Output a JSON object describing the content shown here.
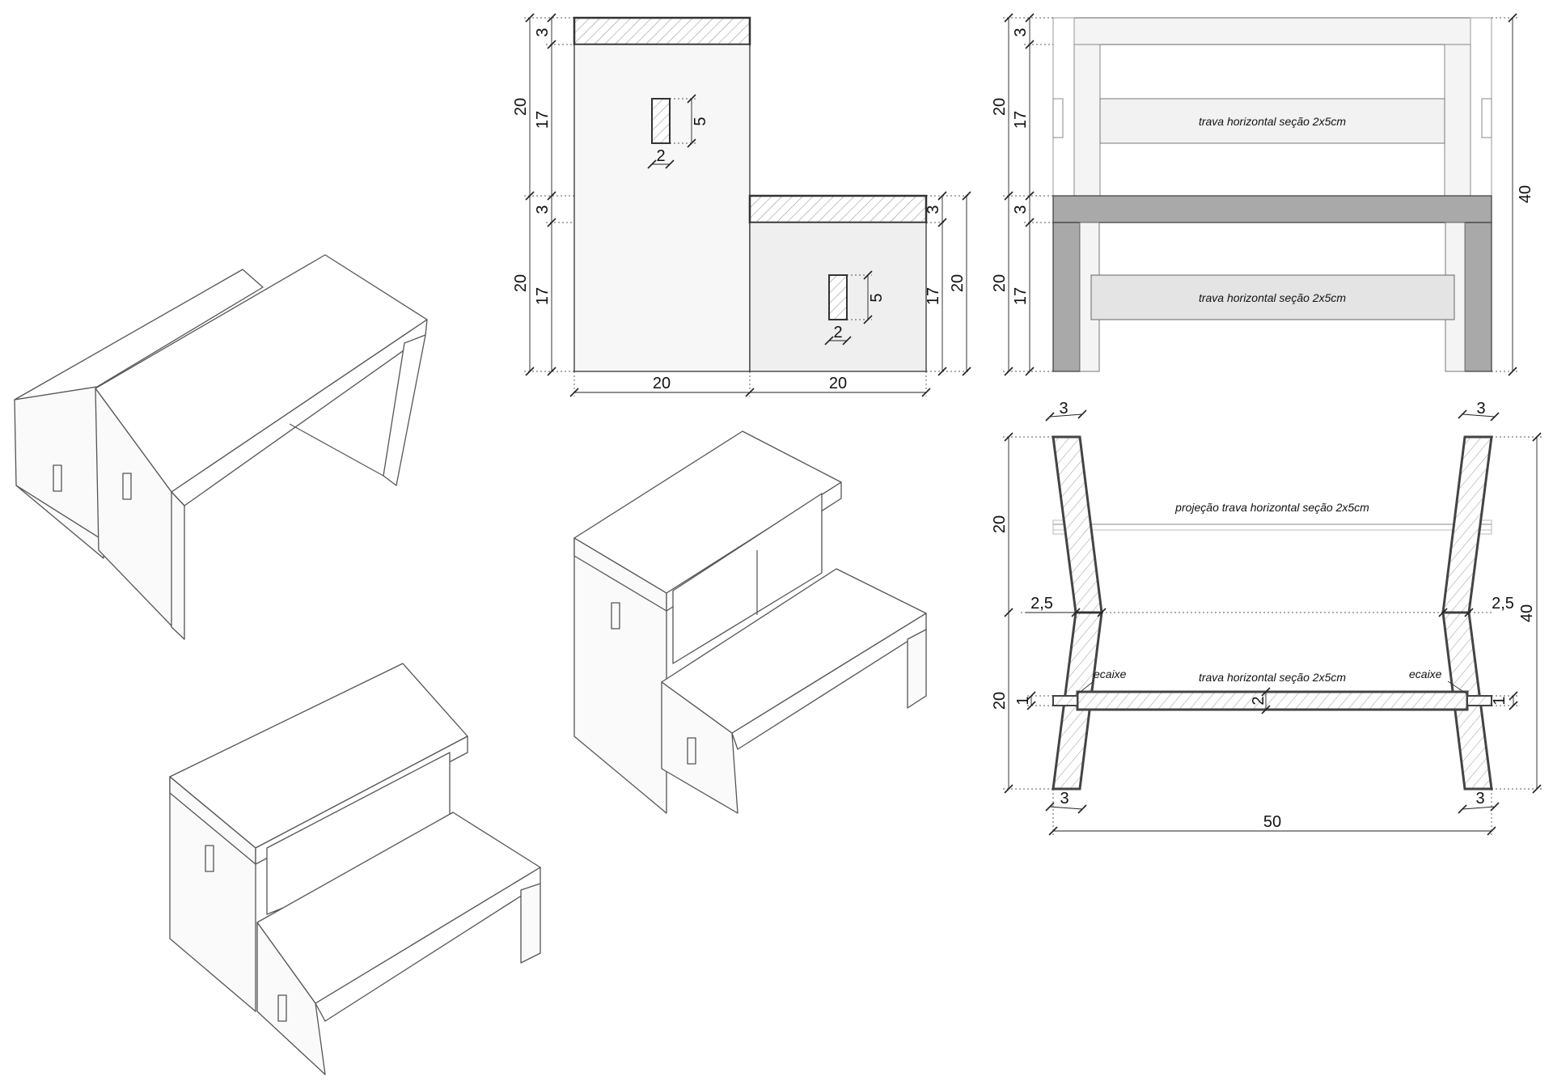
{
  "colors": {
    "line": "#333333",
    "panel_light": "#f7f7f7",
    "panel_gray": "#efefef",
    "leg_dark": "#a9a9a9",
    "rail_light": "#f2f2f2",
    "rail_mid": "#e4e4e4",
    "hatch": "#888888"
  },
  "front_view": {
    "heights_outer": [
      "20",
      "20"
    ],
    "heights_inner": [
      "3",
      "17",
      "3",
      "17"
    ],
    "slot_small_w": "2",
    "slot_small_h": "5",
    "slot_low_w": "2",
    "slot_low_h": "5",
    "right_inner": [
      "3",
      "17"
    ],
    "right_outer": "20",
    "widths": [
      "20",
      "20"
    ]
  },
  "side_view": {
    "heights_outer": [
      "20",
      "20"
    ],
    "heights_inner": [
      "3",
      "17",
      "3",
      "17"
    ],
    "total": "40",
    "rail_upper_label": "trava horizontal seção 2x5cm",
    "rail_lower_label": "trava horizontal seção 2x5cm"
  },
  "section_view": {
    "top_left": "3",
    "top_right": "3",
    "bottom_left": "3",
    "bottom_right": "3",
    "offset_left": "2,5",
    "offset_right": "2,5",
    "height_top": "20",
    "height_bottom": "20",
    "total": "40",
    "width": "50",
    "projection_label": "projeção trava horizontal seção 2x5cm",
    "rail_label": "trava horizontal seção 2x5cm",
    "joint_left": "ecaixe",
    "joint_right": "ecaixe",
    "rail_thickness": "2",
    "notch_left": "1",
    "notch_right": "1"
  }
}
